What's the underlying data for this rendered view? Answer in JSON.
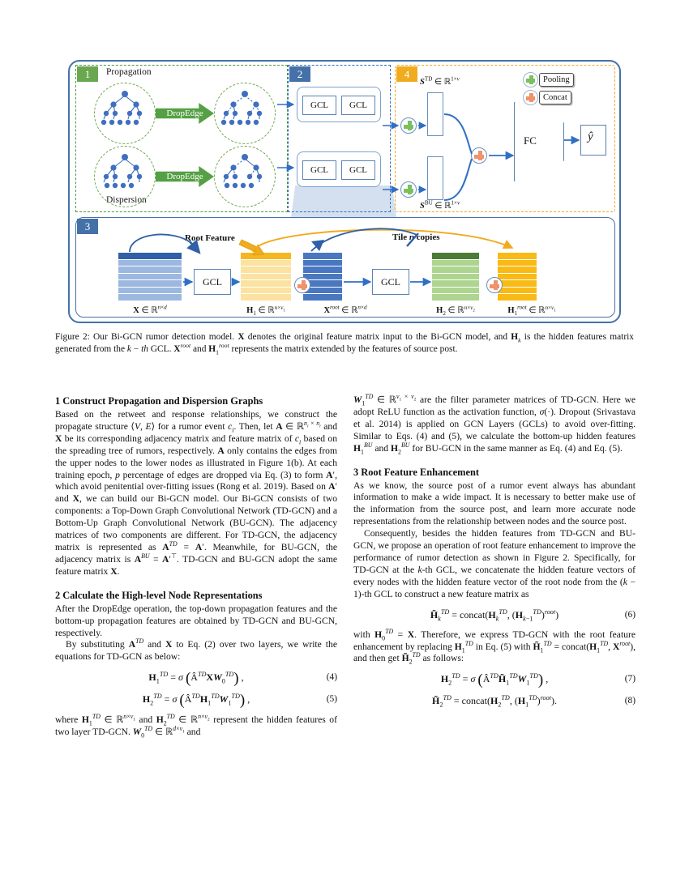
{
  "figure": {
    "badges": {
      "one": "1",
      "two": "2",
      "three": "3",
      "four": "4"
    },
    "labels": {
      "propagation": "Propagation",
      "dispersion": "Dispersion",
      "dropedge": "DropEdge",
      "gcl": "GCL",
      "fc": "FC",
      "yhat": "ŷ",
      "pooling": "Pooling",
      "concat": "Concat",
      "root_feature": "Root Feature",
      "tile_n_copies": "Tile n copies",
      "s_td": "S^TD ∈ R^{1×v}",
      "s_bu": "S^BU ∈ R^{1×v}",
      "mat_X": "X ∈ R^{n×d}",
      "mat_H1": "H1 ∈ R^{n×v1}",
      "mat_Xroot": "X^root ∈ R^{n×d}",
      "mat_H2": "H2 ∈ R^{n×v2}",
      "mat_H1root": "H1^root ∈ R^{n×v1}"
    },
    "colors": {
      "green_badge": "#6aa84f",
      "blue_badge": "#4472a8",
      "yellow_badge": "#f0ab1f",
      "dropedge_green": "#55a044",
      "matrix_blue_dark": "#2f5fa8",
      "matrix_blue_light": "#9db8e0",
      "matrix_yellow_dark": "#f5b620",
      "matrix_yellow_light": "#fbe2a0",
      "matrix_green_dark": "#4a7c35",
      "matrix_green_light": "#aed58f",
      "matrix_solid_blue": "#4a78c0",
      "matrix_solid_yellow": "#f9ba15",
      "arrow_blue": "#2f6fc4",
      "arrow_yellow": "#f0ab1f",
      "plus_green": "#7cc05c",
      "plus_orange": "#f0926a",
      "connector_fill": "#ccd9ec"
    }
  },
  "caption": {
    "text": "Figure 2: Our Bi-GCN rumor detection model. X denotes the original feature matrix input to the Bi-GCN model, and H_k is the hidden features matrix generated from the k − th GCL. X^root and H_1^root represents the matrix extended by the features of source post."
  },
  "left_column": {
    "section1_heading": "1 Construct Propagation and Dispersion Graphs",
    "section1_para1": "Based on the retweet and response relationships, we construct the propagate structure ⟨V, E⟩ for a rumor event c_i. Then, let A ∈ R^{n_i×n_i} and X be its corresponding adjacency matrix and feature matrix of c_i based on the spreading tree of rumors, respectively. A only contains the edges from the upper nodes to the lower nodes as illustrated in Figure 1(b). At each training epoch, p percentage of edges are dropped via Eq. (3) to form A′, which avoid penitential over-fitting issues (Rong et al. 2019). Based on A′ and X, we can build our Bi-GCN model. Our Bi-GCN consists of two components: a Top-Down Graph Convolutional Network (TD-GCN) and a Bottom-Up Graph Convolutional Network (BU-GCN). The adjacency matrices of two components are different. For TD-GCN, the adjacency matrix is represented as A^TD = A′. Meanwhile, for BU-GCN, the adjacency matrix is A^BU = A′^⊤. TD-GCN and BU-GCN adopt the same feature matrix X.",
    "section2_heading": "2 Calculate the High-level Node Representations",
    "section2_para1": "After the DropEdge operation, the top-down propagation features and the bottom-up propagation features are obtained by TD-GCN and BU-GCN, respectively.",
    "section2_para2": "By substituting A^TD and X to Eq. (2) over two layers, we write the equations for TD-GCN as below:",
    "eq4_number": "(4)",
    "eq5_number": "(5)",
    "section2_para3": "where H_1^TD ∈ R^{n×v_1} and H_2^TD ∈ R^{n×v_2} represent the hidden features of two layer TD-GCN. W_0^TD ∈ R^{d×v_1} and"
  },
  "right_column": {
    "para1": "W_1^TD ∈ R^{v_1×v_2} are the filter parameter matrices of TD-GCN. Here we adopt ReLU function as the activation function, σ(·). Dropout (Srivastava et al. 2014) is applied on GCN Layers (GCLs) to avoid over-fitting. Similar to Eqs. (4) and (5), we calculate the bottom-up hidden features H_1^BU and H_2^BU for BU-GCN in the same manner as Eq. (4) and Eq. (5).",
    "section3_heading": "3 Root Feature Enhancement",
    "section3_para1": "As we know, the source post of a rumor event always has abundant information to make a wide impact. It is necessary to better make use of the information from the source post, and learn more accurate node representations from the relationship between nodes and the source post.",
    "section3_para2": "Consequently, besides the hidden features from TD-GCN and BU-GCN, we propose an operation of root feature enhancement to improve the performance of rumor detection as shown in Figure 2. Specifically, for TD-GCN at the k-th GCL, we concatenate the hidden feature vectors of every nodes with the hidden feature vector of the root node from the (k − 1)-th GCL to construct a new feature matrix as",
    "eq6_number": "(6)",
    "section3_para3": "with H_0^TD = X. Therefore, we express TD-GCN with the root feature enhancement by replacing H_1^TD in Eq. (5) with H̃_1^TD = concat(H_1^TD, X^root), and then get H̃_2^TD as follows:",
    "eq7_number": "(7)",
    "eq8_number": "(8)"
  }
}
